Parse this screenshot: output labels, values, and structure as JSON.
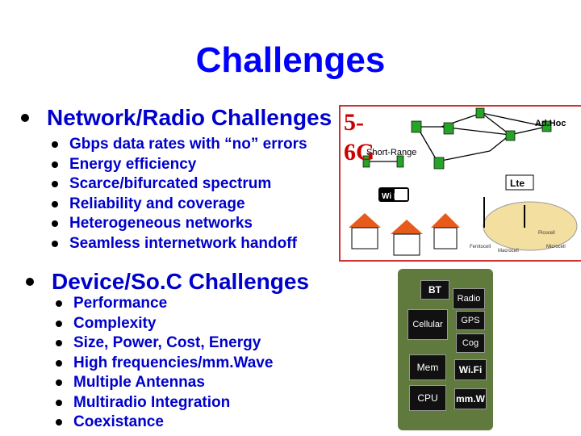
{
  "slide": {
    "title": "Challenges",
    "section1": {
      "heading": "Network/Radio Challenges",
      "items": [
        "Gbps data rates with “no” errors",
        "Energy efficiency",
        "Scarce/bifurcated spectrum",
        "Reliability and coverage",
        "Heterogeneous networks",
        "Seamless internetwork handoff"
      ]
    },
    "section2": {
      "heading": "Device/So.C Challenges",
      "items": [
        "Performance",
        "Complexity",
        "Size, Power, Cost, Energy",
        "High frequencies/mm.Wave",
        "Multiple Antennas",
        "Multiradio Integration",
        "Coexistance"
      ]
    },
    "overlay": {
      "five": "5-",
      "six": "6G"
    }
  },
  "network_figure": {
    "adhoc_label": "Ad.Hoc",
    "short_range_label": "Short-Range",
    "wifi_label": "Wi Fi",
    "lte_label": "Lte",
    "cell_labels": [
      "Macrocell",
      "Microcell",
      "Picocell",
      "Femtocell"
    ]
  },
  "soc_figure": {
    "chips": [
      "BT",
      "Radio",
      "Cellular",
      "GPS",
      "Cog",
      "Mem",
      "Wi.Fi",
      "CPU",
      "mm.W"
    ]
  },
  "colors": {
    "title": "#0000ff",
    "text": "#0000cc",
    "accent": "#cc0000",
    "frame": "#cc3333"
  }
}
